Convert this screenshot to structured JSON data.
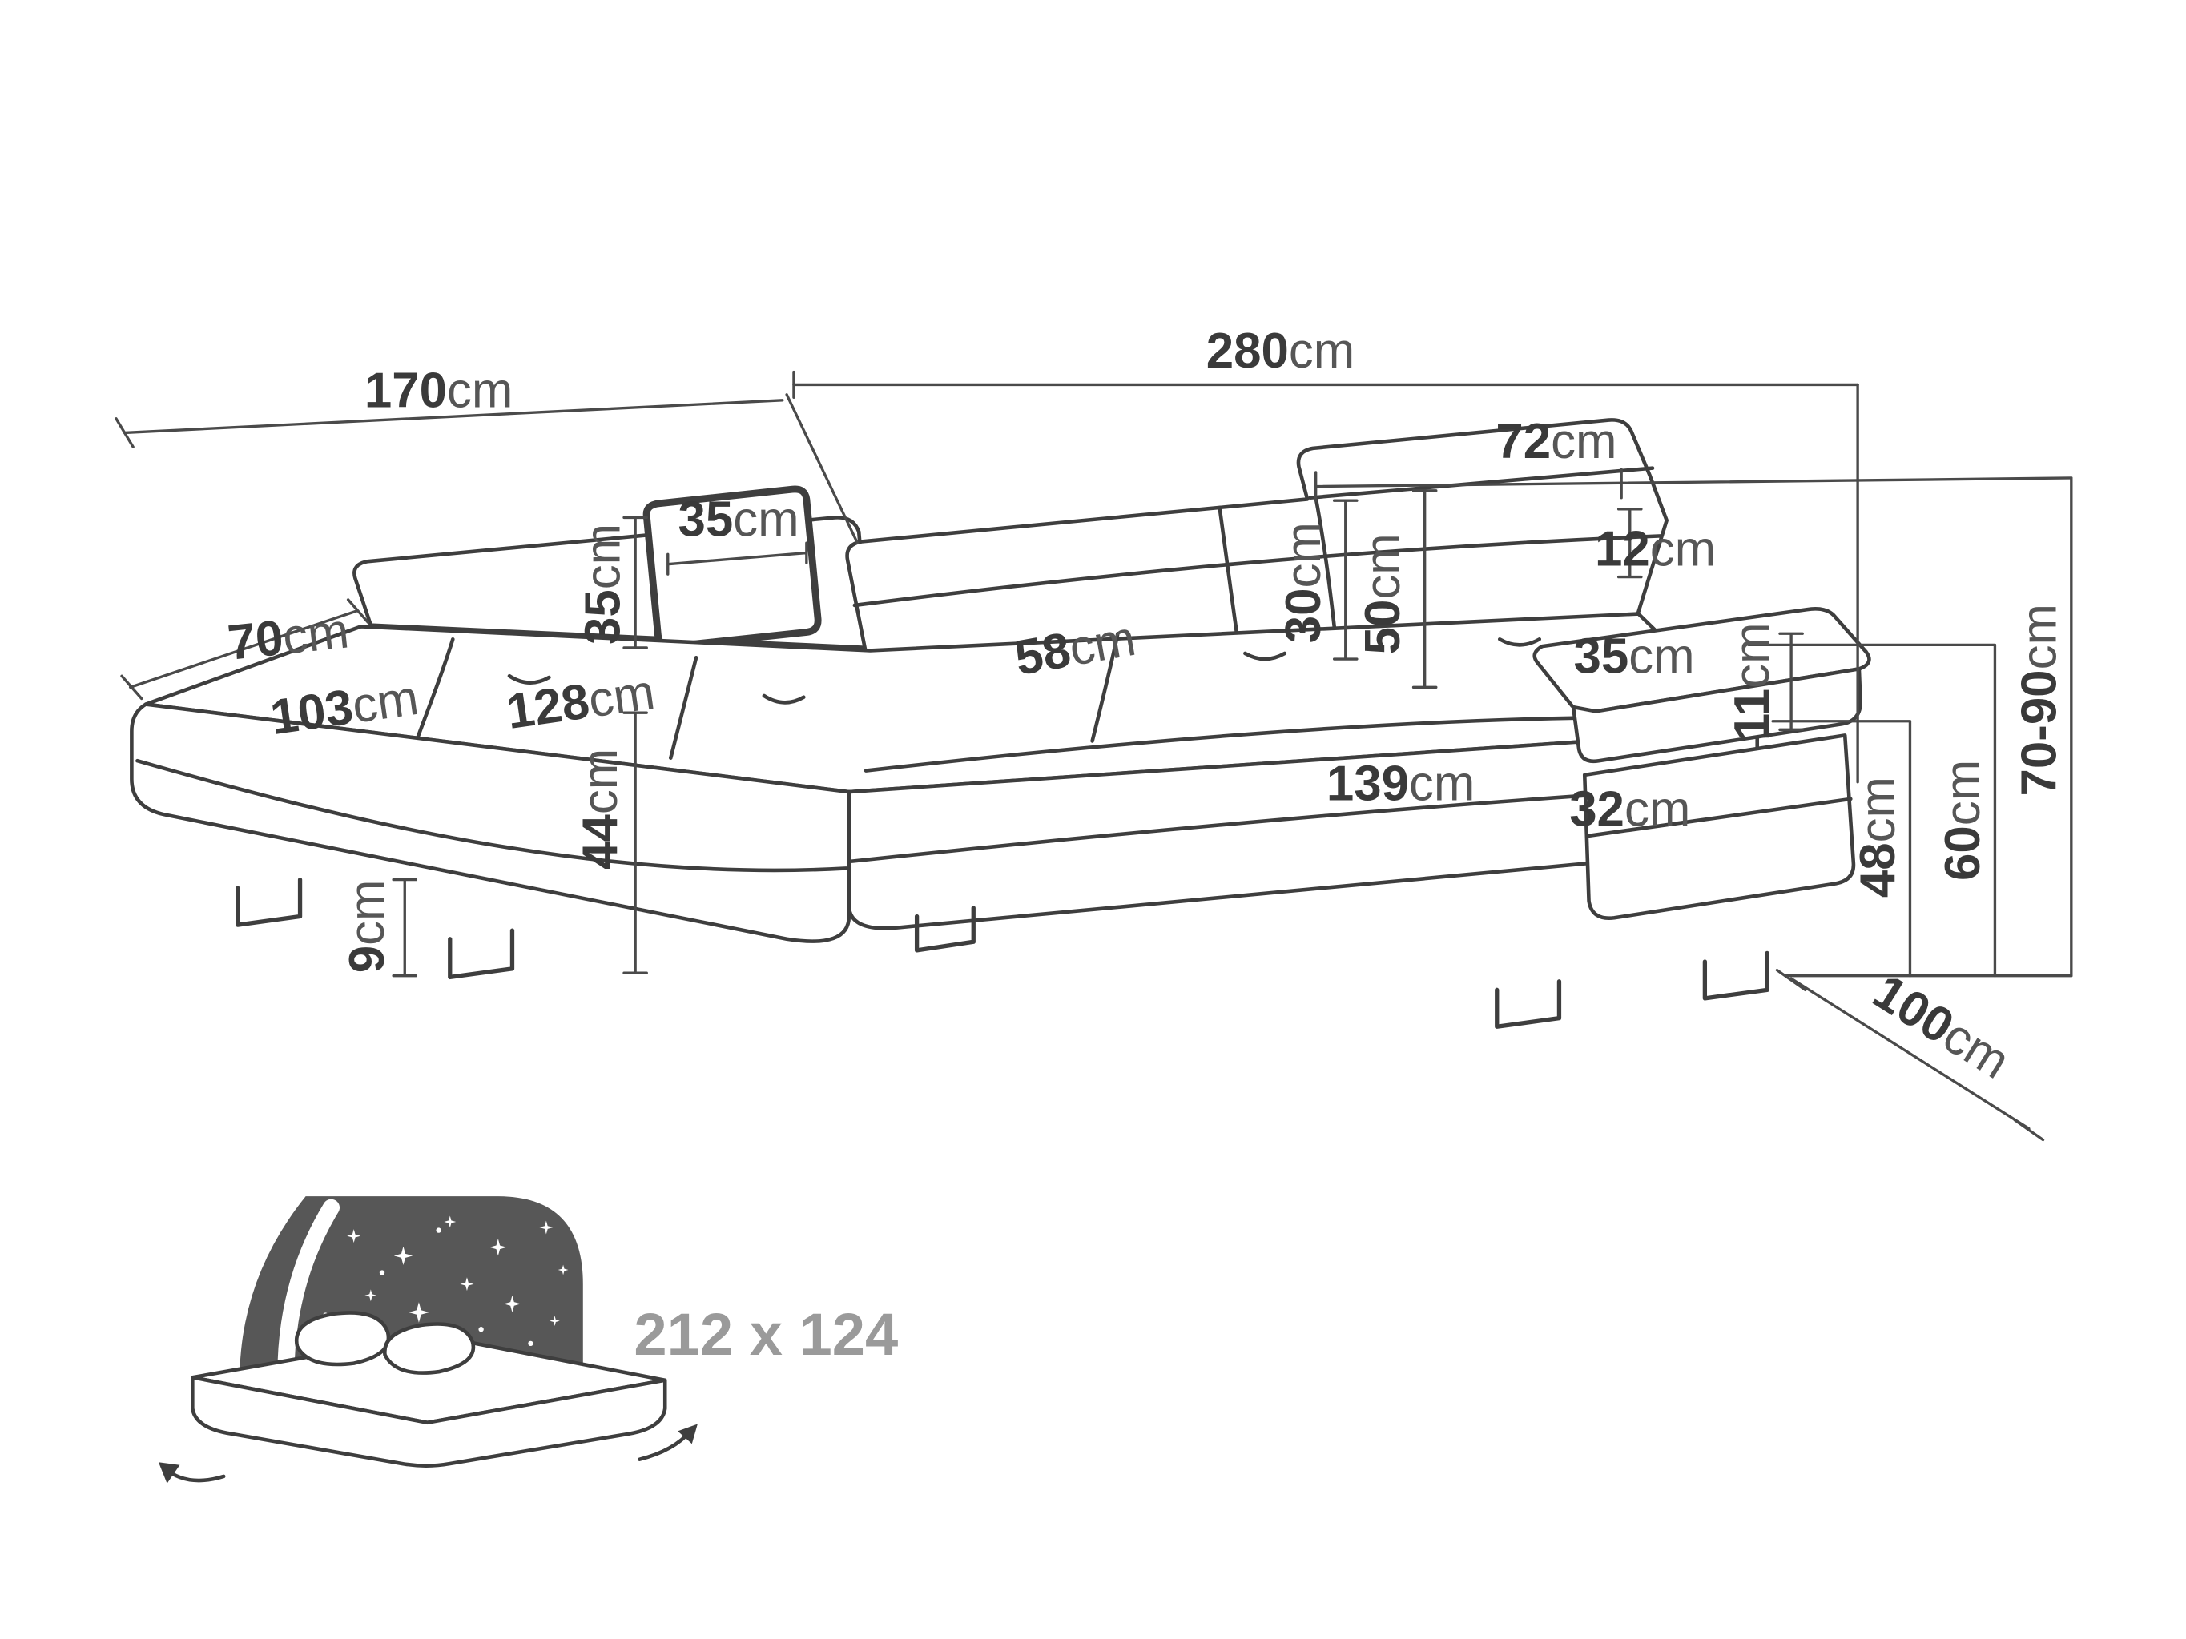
{
  "page": {
    "background_color": "#ffffff",
    "line_color": "#3e3e3e",
    "label_color": "#3a3a3a",
    "unit_color": "#565656",
    "sleeping_label_color": "#9a9a9a",
    "headboard_color": "#575757"
  },
  "diagram": {
    "subject": "corner-sofa-bed-dimension-drawing",
    "dimensions": {
      "chaise_length": {
        "value": "170",
        "unit": "cm"
      },
      "total_width": {
        "value": "280",
        "unit": "cm"
      },
      "headrest_width": {
        "value": "72",
        "unit": "cm"
      },
      "headrest_height": {
        "value": "12",
        "unit": "cm"
      },
      "pillow_width": {
        "value": "35",
        "unit": "cm"
      },
      "pillow_height": {
        "value": "35",
        "unit": "cm"
      },
      "backrest_cushion_height": {
        "value": "30",
        "unit": "cm"
      },
      "backrest_height": {
        "value": "50",
        "unit": "cm"
      },
      "chaise_end_width": {
        "value": "70",
        "unit": "cm"
      },
      "chaise_cushion_width": {
        "value": "103",
        "unit": "cm"
      },
      "chaise_cushion_length": {
        "value": "128",
        "unit": "cm"
      },
      "corner_seat_width": {
        "value": "58",
        "unit": "cm"
      },
      "seat_height": {
        "value": "44",
        "unit": "cm"
      },
      "leg_height": {
        "value": "9",
        "unit": "cm"
      },
      "seat_width": {
        "value": "139",
        "unit": "cm"
      },
      "armrest_length": {
        "value": "35",
        "unit": "cm"
      },
      "armrest_width": {
        "value": "32",
        "unit": "cm"
      },
      "armrest_flap_height": {
        "value": "11",
        "unit": "cm"
      },
      "armrest_height": {
        "value": "48",
        "unit": "cm"
      },
      "backrest_total_height": {
        "value": "60",
        "unit": "cm"
      },
      "total_height": {
        "value": "70-90",
        "unit": "cm"
      },
      "total_depth": {
        "value": "100",
        "unit": "cm"
      }
    },
    "sleeping_area": {
      "value": "212 x 124"
    }
  }
}
